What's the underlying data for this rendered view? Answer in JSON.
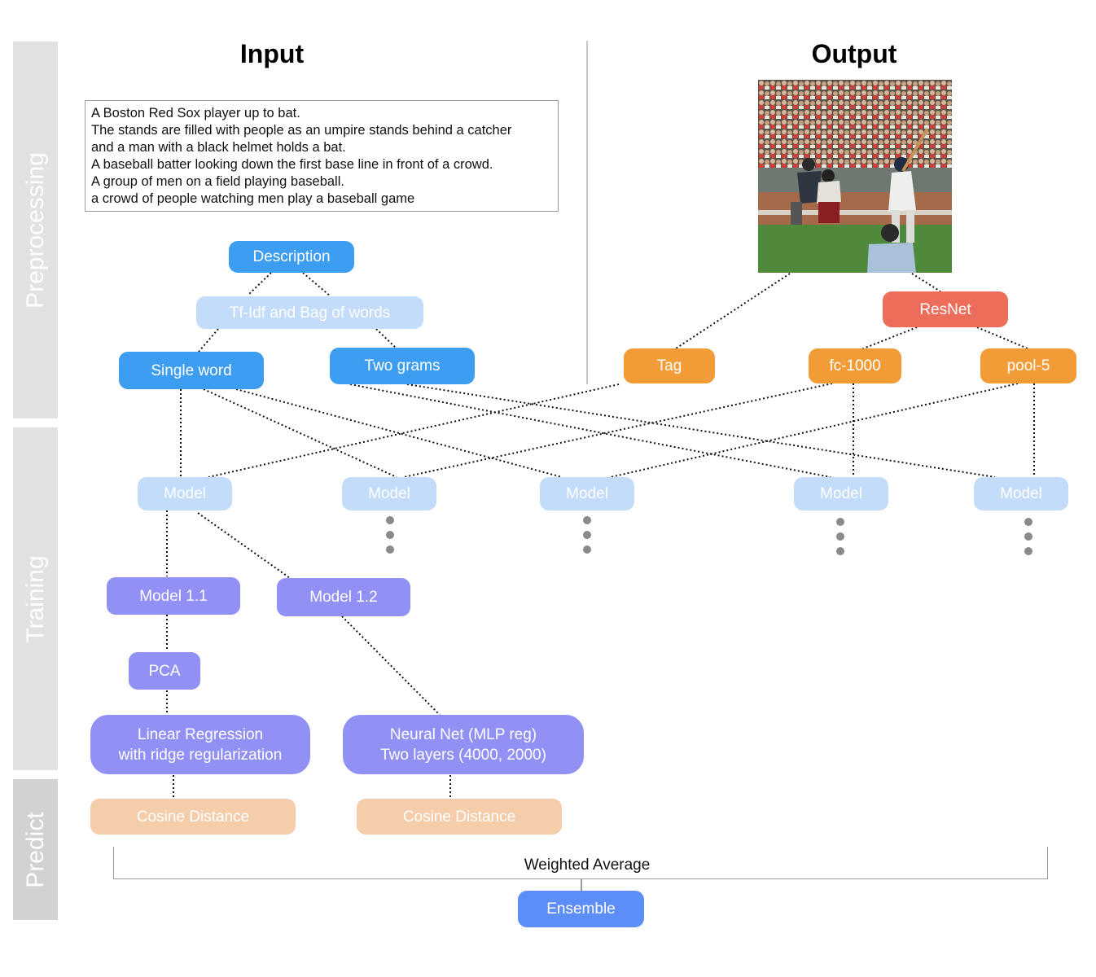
{
  "stages": {
    "preprocessing": "Preprocessing",
    "training": "Training",
    "predict": "Predict"
  },
  "headings": {
    "input": "Input",
    "output": "Output"
  },
  "description_lines": [
    "A Boston Red Sox player up to bat.",
    "The stands are filled with people as an umpire stands behind a catcher",
    "and a man with a black helmet holds a bat.",
    "A baseball batter looking down the first base line in front of a crowd.",
    "A group of men on a field playing baseball.",
    "a crowd of people watching men play a baseball game"
  ],
  "nodes": {
    "description": "Description",
    "tfidf": "Tf-Idf and Bag of words",
    "single_word": "Single word",
    "two_grams": "Two grams",
    "resnet": "ResNet",
    "tag": "Tag",
    "fc1000": "fc-1000",
    "pool5": "pool-5",
    "model": "Model",
    "model_1_1": "Model 1.1",
    "model_1_2": "Model 1.2",
    "pca": "PCA",
    "linreg_line1": "Linear Regression",
    "linreg_line2": "with ridge regularization",
    "nn_line1": "Neural Net (MLP reg)",
    "nn_line2": "Two layers (4000, 2000)",
    "cosine": "Cosine Distance",
    "weighted_average": "Weighted Average",
    "ensemble": "Ensemble"
  },
  "colors": {
    "blue": "#3d9df0",
    "light_blue": "#c3dcfa",
    "orange": "#f29c38",
    "red": "#eb6d5a",
    "purple": "#9190f5",
    "peach": "#f6cdaa",
    "ensemble": "#5d8ef7"
  }
}
